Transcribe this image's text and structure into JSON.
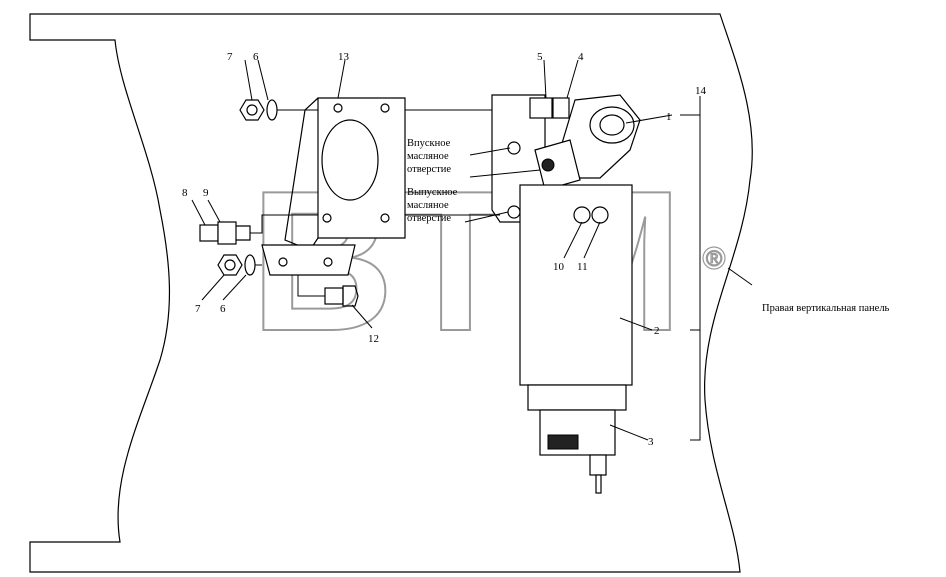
{
  "watermark": {
    "text": "BTM",
    "reg_mark": "®"
  },
  "callouts": {
    "n1": "1",
    "n2": "2",
    "n3": "3",
    "n4": "4",
    "n5": "5",
    "n6a": "6",
    "n6b": "6",
    "n7a": "7",
    "n7b": "7",
    "n8": "8",
    "n9": "9",
    "n10": "10",
    "n11": "11",
    "n12": "12",
    "n13": "13",
    "n14": "14"
  },
  "notes": {
    "inlet_l1": "Впускное",
    "inlet_l2": "масляное",
    "inlet_l3": "отверстие",
    "outlet_l1": "Выпускное",
    "outlet_l2": "масляное",
    "outlet_l3": "отверстие",
    "frame_rail": "Правая вертикальная панель"
  }
}
